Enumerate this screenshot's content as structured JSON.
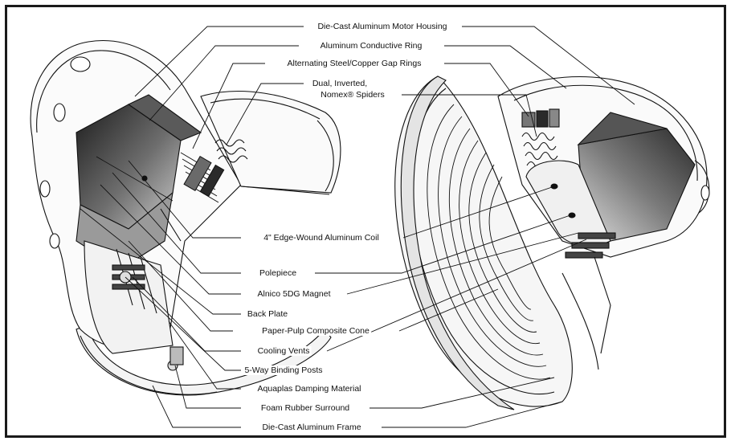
{
  "labels": {
    "motor_housing": "Die-Cast Aluminum Motor Housing",
    "conductive_ring": "Aluminum Conductive Ring",
    "gap_rings": "Alternating Steel/Copper Gap Rings",
    "spiders_line1": "Dual, Inverted,",
    "spiders_line2": "Nomex® Spiders",
    "coil": "4\" Edge-Wound Aluminum Coil",
    "polepiece": "Polepiece",
    "magnet": "Alnico 5DG Magnet",
    "back_plate": "Back Plate",
    "cone": "Paper-Pulp Composite Cone",
    "cooling_vents": "Cooling Vents",
    "binding_posts": "5-Way Binding Posts",
    "damping": "Aquaplas Damping Material",
    "surround": "Foam Rubber Surround",
    "frame": "Die-Cast Aluminum Frame"
  },
  "colors": {
    "ink": "#111111",
    "dark_shade": "#3a3a3a",
    "mid_shade": "#8c8c8c",
    "light_shade": "#d6d6d6"
  }
}
